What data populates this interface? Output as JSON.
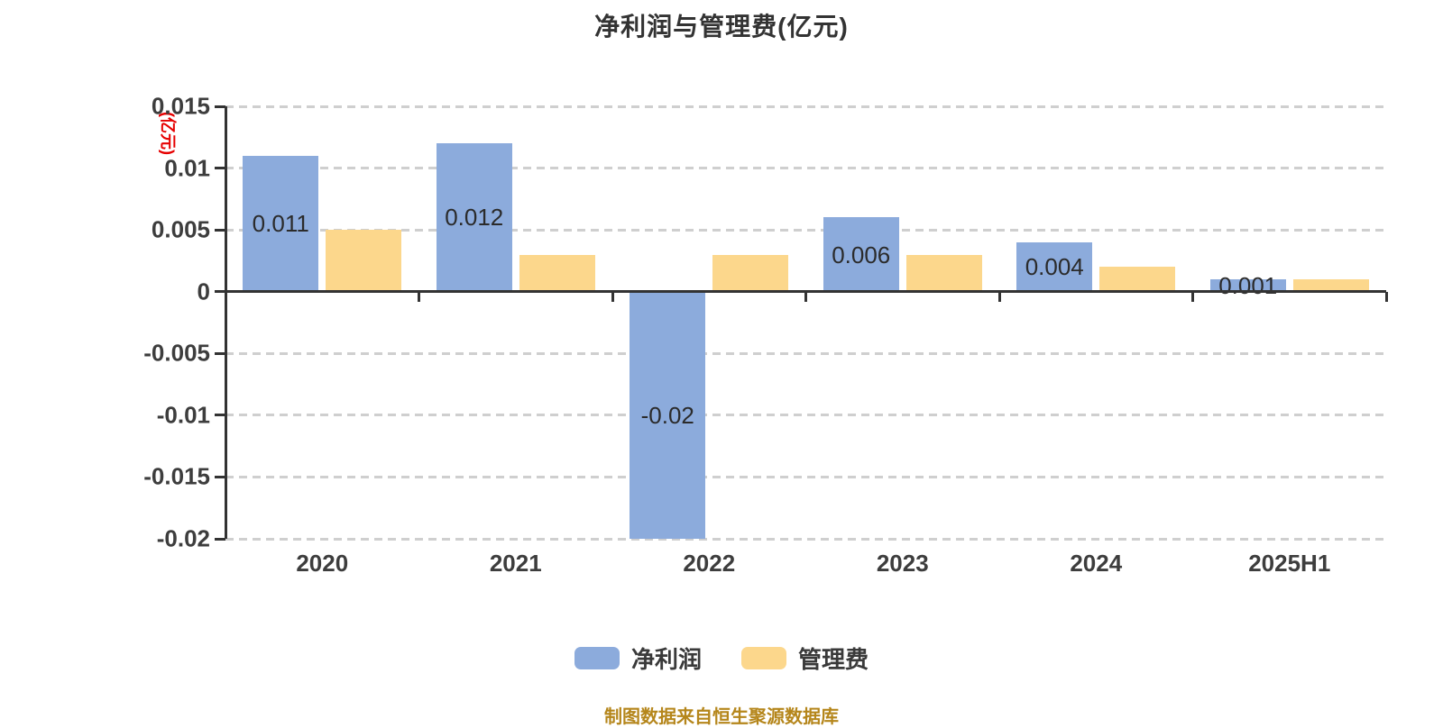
{
  "title": "净利润与管理费(亿元)",
  "y_axis_unit": "(亿元)",
  "source_note": "制图数据来自恒生聚源数据库",
  "legend": [
    {
      "label": "净利润",
      "color": "#8CABDC"
    },
    {
      "label": "管理费",
      "color": "#FCD78C"
    }
  ],
  "colors": {
    "net_profit_bar": "#8CABDC",
    "management_fee_bar": "#FCD78C",
    "axis_line": "#333333",
    "gridline": "#CFCFCF",
    "unit_label": "#E60000",
    "source_note": "#B5861B",
    "background": "#FFFFFF"
  },
  "chart_data": {
    "type": "bar",
    "title": "净利润与管理费(亿元)",
    "ylabel": "(亿元)",
    "xlabel": "",
    "categories": [
      "2020",
      "2021",
      "2022",
      "2023",
      "2024",
      "2025H1"
    ],
    "series": [
      {
        "name": "净利润",
        "color": "#8CABDC",
        "values": [
          0.011,
          0.012,
          -0.02,
          0.006,
          0.004,
          0.001
        ],
        "labels": [
          "0.011",
          "0.012",
          "-0.02",
          "0.006",
          "0.004",
          "0.001"
        ]
      },
      {
        "name": "管理费",
        "color": "#FCD78C",
        "values": [
          0.005,
          0.003,
          0.003,
          0.003,
          0.002,
          0.001
        ],
        "labels": []
      }
    ],
    "ylim": [
      -0.02,
      0.015
    ],
    "y_ticks": [
      0.015,
      0.01,
      0.005,
      0,
      -0.005,
      -0.01,
      -0.015,
      -0.02
    ],
    "y_tick_labels": [
      "0.015",
      "0.01",
      "0.005",
      "0",
      "-0.005",
      "-0.01",
      "-0.015",
      "-0.02"
    ],
    "grid": "dashed-horizontal",
    "legend_position": "bottom"
  }
}
